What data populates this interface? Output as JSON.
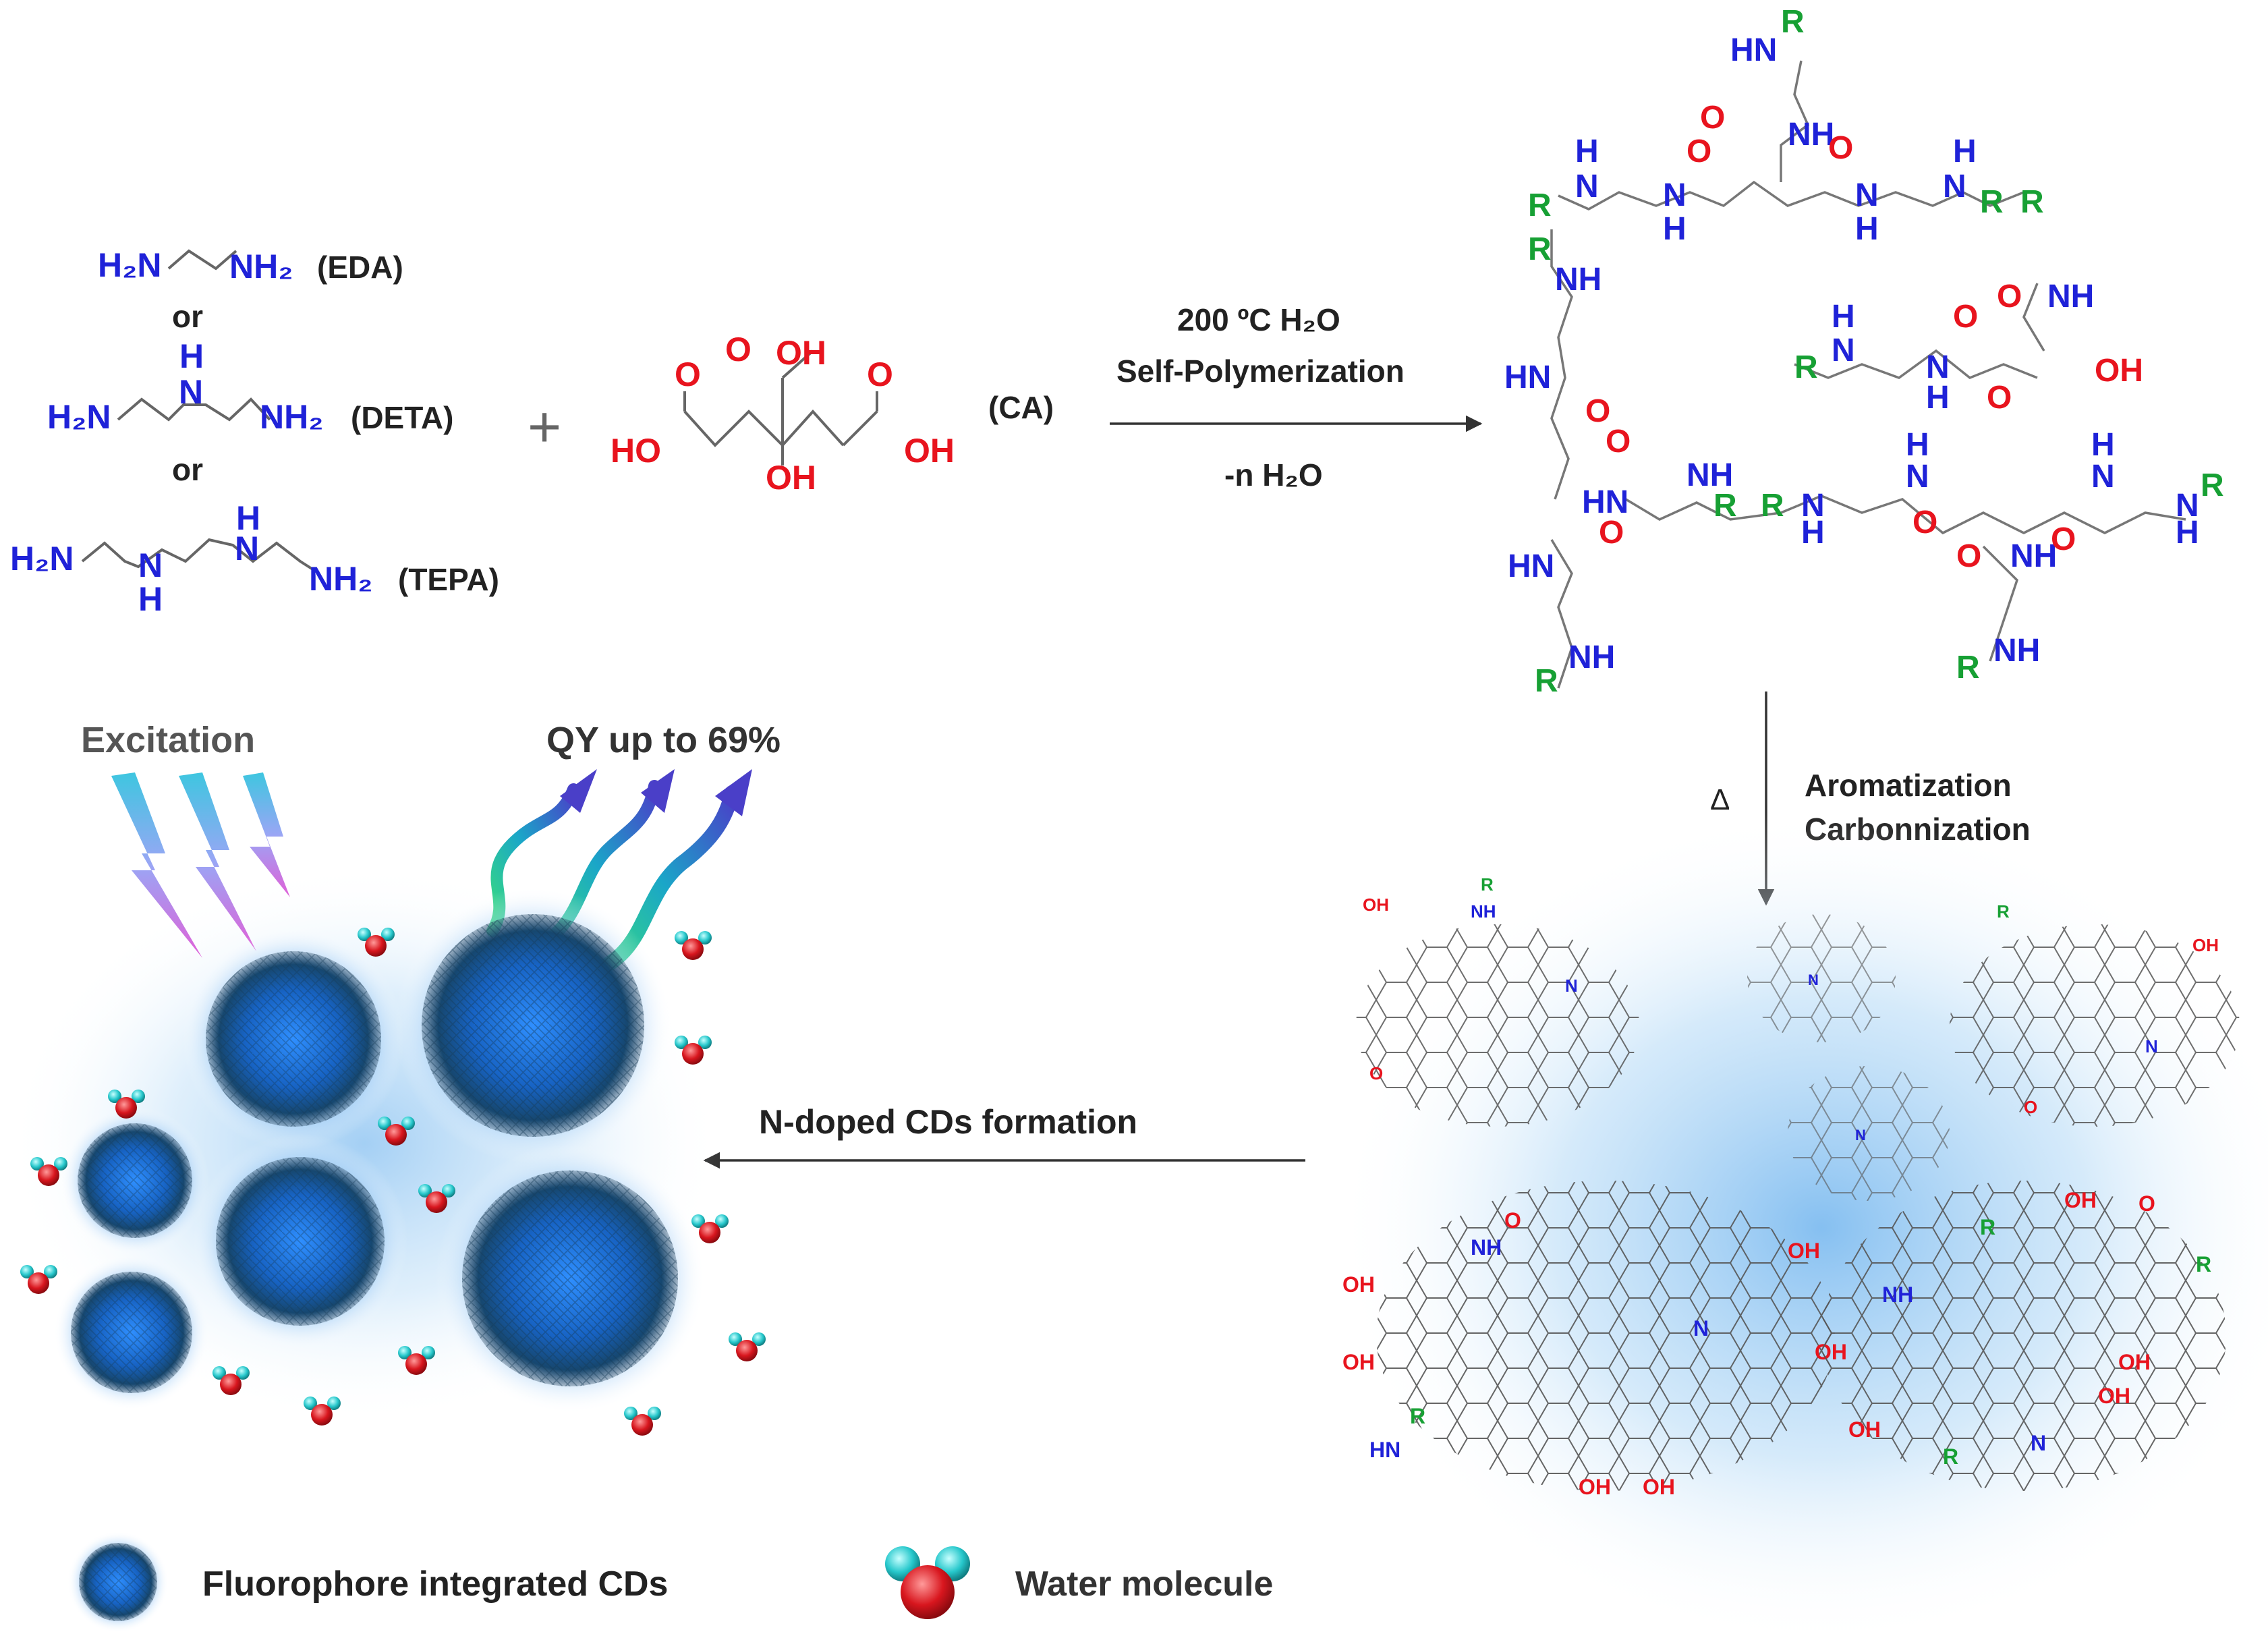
{
  "amines": {
    "eda": {
      "left": "H₂N",
      "right": "NH₂",
      "abbr": "(EDA)"
    },
    "or_1": "or",
    "deta": {
      "left": "H₂N",
      "mid_h": "H",
      "mid_n": "N",
      "right": "NH₂",
      "abbr": "(DETA)"
    },
    "or_2": "or",
    "tepa": {
      "left": "H₂N",
      "n1": "N",
      "h1": "H",
      "n2": "N",
      "h2": "H",
      "right": "NH₂",
      "abbr": "(TEPA)"
    }
  },
  "plus": "+",
  "citric_acid": {
    "o": "O",
    "oh_top": "OH",
    "oh_left": "HO",
    "oh_mid": "OH",
    "oh_right": "OH",
    "abbr": "(CA)"
  },
  "step1": {
    "condition": "200 ºC  H₂O",
    "name": "Self-Polymerization",
    "byproduct": "-n H₂O"
  },
  "polymer_labels": {
    "nh": "NH",
    "hn": "HN",
    "n": "N",
    "h": "H",
    "r": "R",
    "o": "O",
    "oh": "OH"
  },
  "step2": {
    "symbol": "Δ",
    "line1": "Aromatization",
    "line2": "Carbonnization"
  },
  "step3": {
    "label": "N-doped CDs formation"
  },
  "cds_panel": {
    "excitation": "Excitation",
    "qy": "QY up to 69%"
  },
  "legend": {
    "cd_label": "Fluorophore integrated CDs",
    "water_label": "Water molecule"
  },
  "colors": {
    "blue_n": "#1f22d8",
    "red_o": "#e8141e",
    "green_r": "#17a034",
    "cd_core": "#1a6fd0",
    "glow": "#8ec4f2"
  }
}
